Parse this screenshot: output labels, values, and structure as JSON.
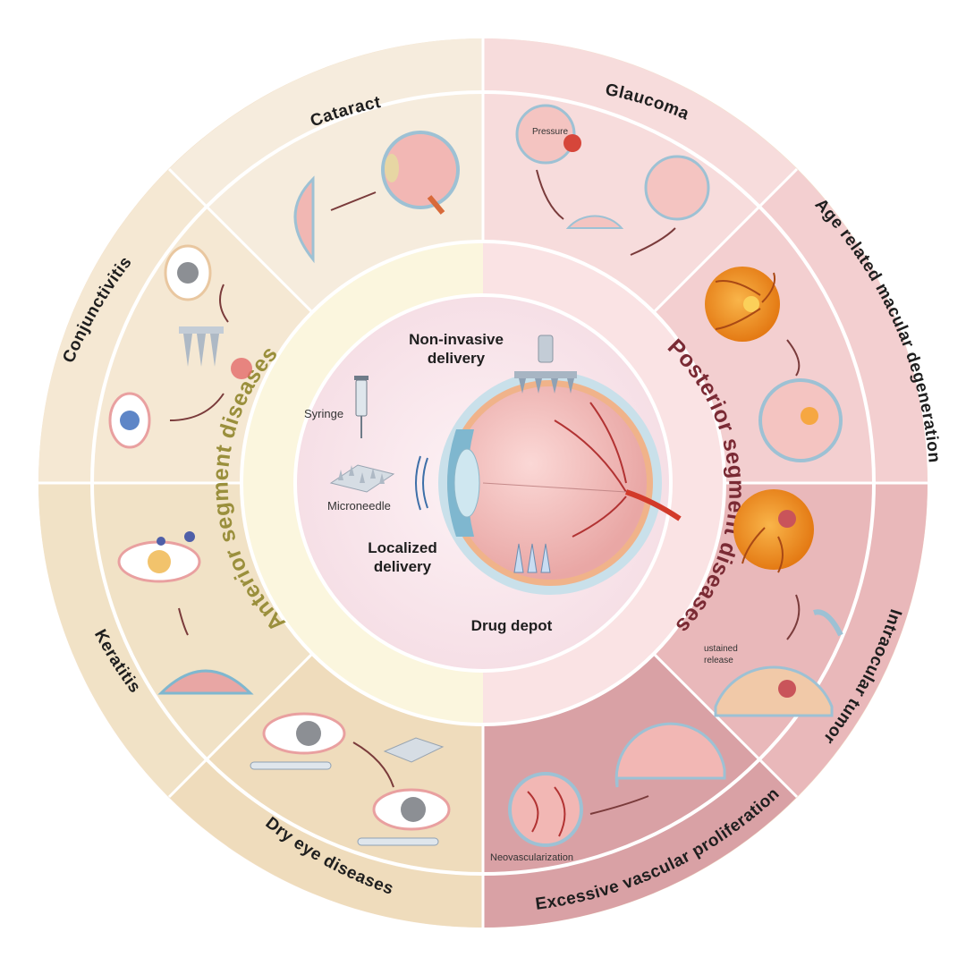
{
  "outer_labels": {
    "cataract": "Cataract",
    "glaucoma": "Glaucoma",
    "amd": "Age related macular degeneration",
    "intraocular_tumor": "Intraocular tumor",
    "excessive_vascular": "Excessive vascular proliferation",
    "dry_eye": "Dry eye diseases",
    "keratitis": "Keratitis",
    "conjunctivitis": "Conjunctivitis"
  },
  "inner_ring": {
    "anterior": "Anterior segment diseases",
    "posterior": "Posterior segment diseases"
  },
  "center": {
    "non_invasive_line1": "Non-invasive",
    "non_invasive_line2": "delivery",
    "syringe": "Syringe",
    "microneedle": "Microneedle",
    "localized_line1": "Localized",
    "localized_line2": "delivery",
    "drug_depot": "Drug depot"
  },
  "annotations": {
    "pressure": "Pressure",
    "sustained_line1": "ustained",
    "sustained_line2": "release",
    "neovascularization": "Neovascularization"
  },
  "colors": {
    "anterior_outer": "#f6ead8",
    "anterior_inner": "#fbf6e0",
    "posterior_outer": "#f6d3d3",
    "posterior_inner": "#fae4e4",
    "center": "#fbeaf0",
    "anterior_text": "#9a8f3c",
    "posterior_text": "#7a2a34",
    "red_sector": "#d9a1a5"
  }
}
